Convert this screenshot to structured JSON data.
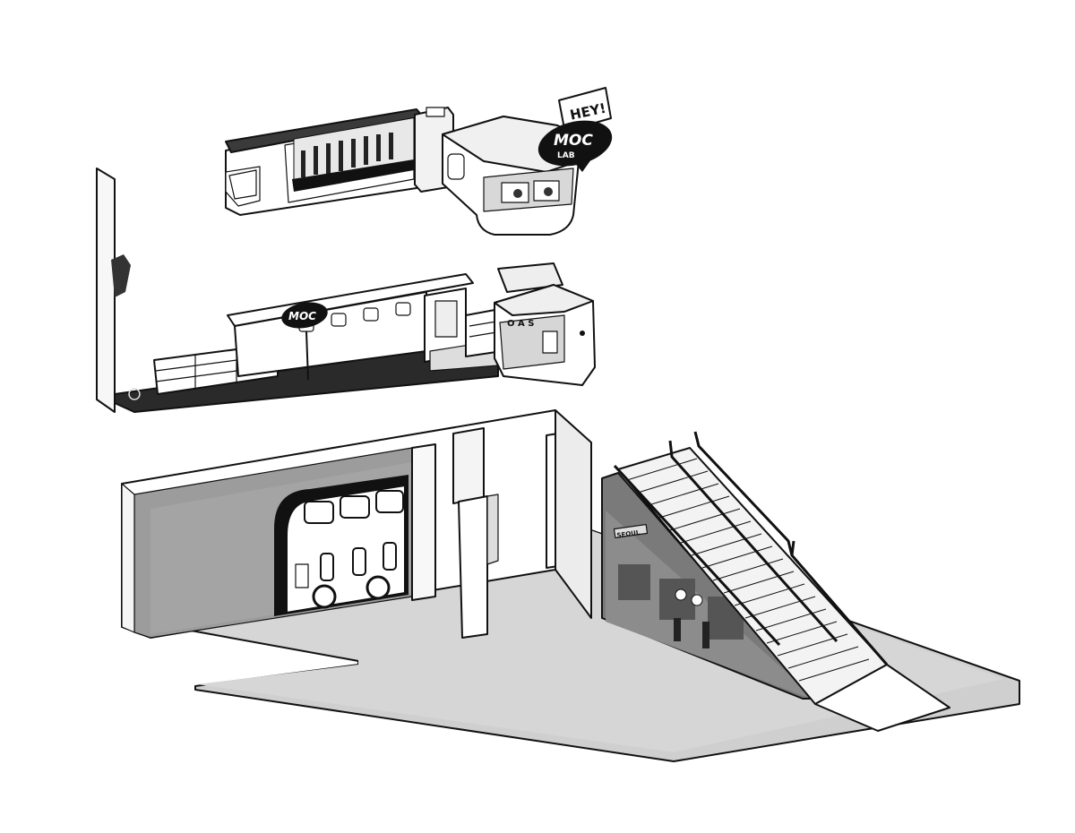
{
  "signs": {
    "hey": "HEY!",
    "moc_main": "MOC",
    "moc_sub": "LAB",
    "moc_small": "MOC",
    "kiosk": "O A S",
    "platform_sign": "SEOUL"
  },
  "colors": {
    "ink": "#111111",
    "floor_light": "#e4e4e4",
    "floor_mid": "#cfcfcf",
    "wall_dark": "#9a9a9a",
    "wall_mid": "#bdbdbd",
    "paper": "#ffffff"
  }
}
